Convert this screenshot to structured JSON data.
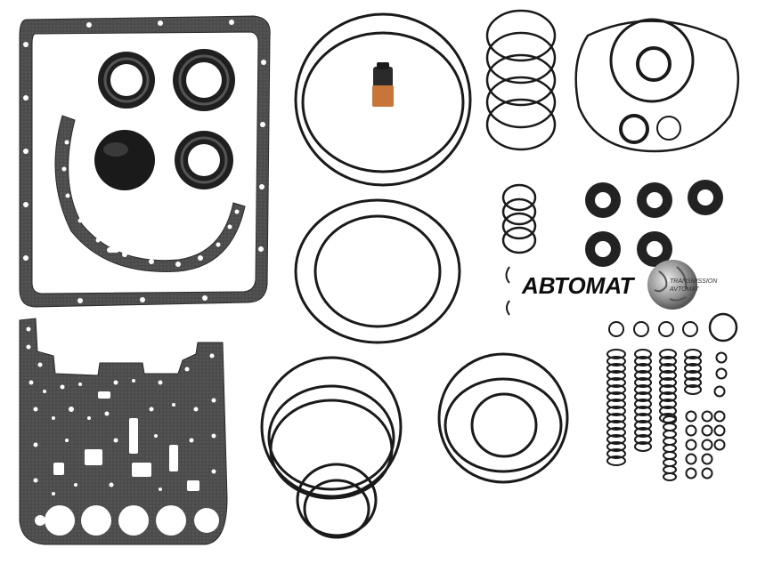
{
  "image": {
    "subject": "transmission-overhaul-gasket-seal-kit",
    "background": "#ffffff"
  },
  "logo": {
    "main_text": "АВТОМАТ",
    "sub_text": "TRANSMISSION",
    "sub_text_2": "AVTOMAT"
  },
  "colors": {
    "gasket": "#4a4a4a",
    "ring": "#1a1a1a",
    "seal": "#222222",
    "valve_orange": "#c8753a",
    "globe": "#8a8a8a"
  }
}
